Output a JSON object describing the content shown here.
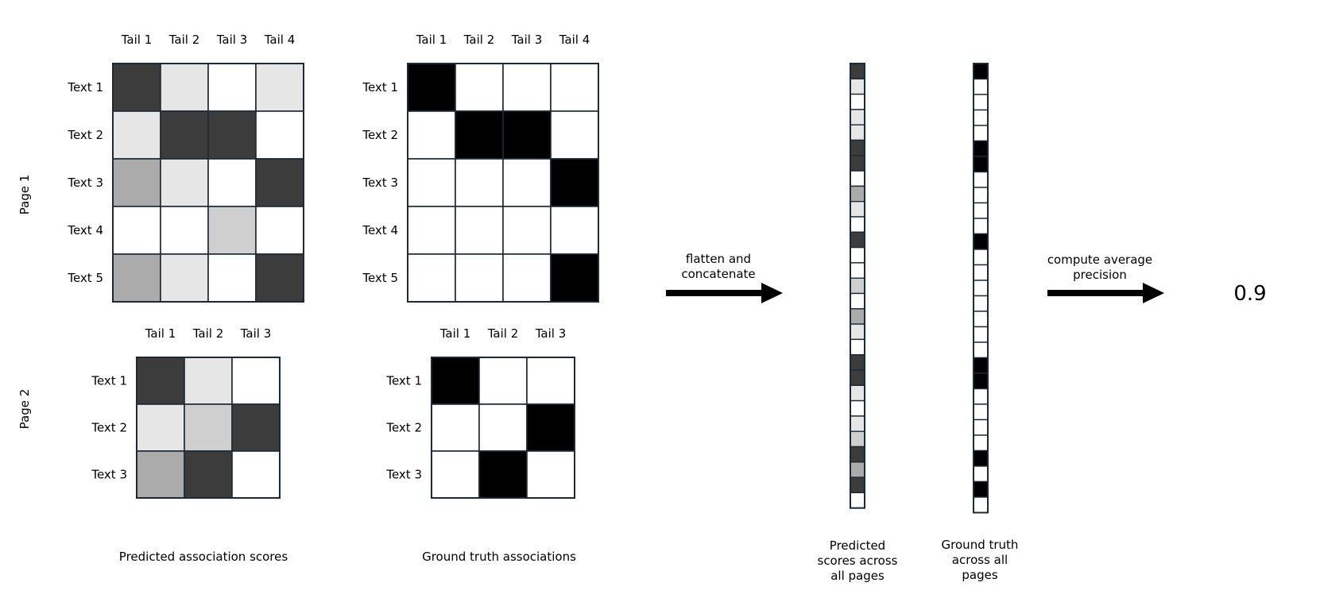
{
  "colors": {
    "score_levels": [
      "#ffffff",
      "#e6e6e6",
      "#cfcfcf",
      "#ababab",
      "#3c3c3c"
    ],
    "truth_levels": [
      "#ffffff",
      "#000000"
    ],
    "grid_stroke": "#1b2a36"
  },
  "pages": [
    {
      "label": "Page 1",
      "cols": [
        "Tail 1",
        "Tail 2",
        "Tail 3",
        "Tail 4"
      ],
      "rows": [
        "Text 1",
        "Text 2",
        "Text 3",
        "Text 4",
        "Text 5"
      ],
      "scores": [
        [
          4,
          1,
          0,
          1
        ],
        [
          1,
          4,
          4,
          0
        ],
        [
          3,
          1,
          0,
          4
        ],
        [
          0,
          0,
          2,
          0
        ],
        [
          3,
          1,
          0,
          4
        ]
      ],
      "truth": [
        [
          1,
          0,
          0,
          0
        ],
        [
          0,
          1,
          1,
          0
        ],
        [
          0,
          0,
          0,
          1
        ],
        [
          0,
          0,
          0,
          0
        ],
        [
          0,
          0,
          0,
          1
        ]
      ]
    },
    {
      "label": "Page 2",
      "cols": [
        "Tail 1",
        "Tail 2",
        "Tail 3"
      ],
      "rows": [
        "Text 1",
        "Text 2",
        "Text 3"
      ],
      "scores": [
        [
          4,
          1,
          0
        ],
        [
          1,
          2,
          4
        ],
        [
          3,
          4,
          0
        ]
      ],
      "truth": [
        [
          1,
          0,
          0
        ],
        [
          0,
          0,
          1
        ],
        [
          0,
          1,
          0
        ]
      ]
    }
  ],
  "captions": {
    "predicted": "Predicted association scores",
    "truth": "Ground truth associations",
    "flatten": [
      "flatten and",
      "concatenate"
    ],
    "compute": [
      "compute average",
      "precision"
    ],
    "predicted_vector": [
      "Predicted",
      "scores across",
      "all pages"
    ],
    "truth_vector": [
      "Ground truth",
      "across all",
      "pages"
    ]
  },
  "result": "0.9"
}
